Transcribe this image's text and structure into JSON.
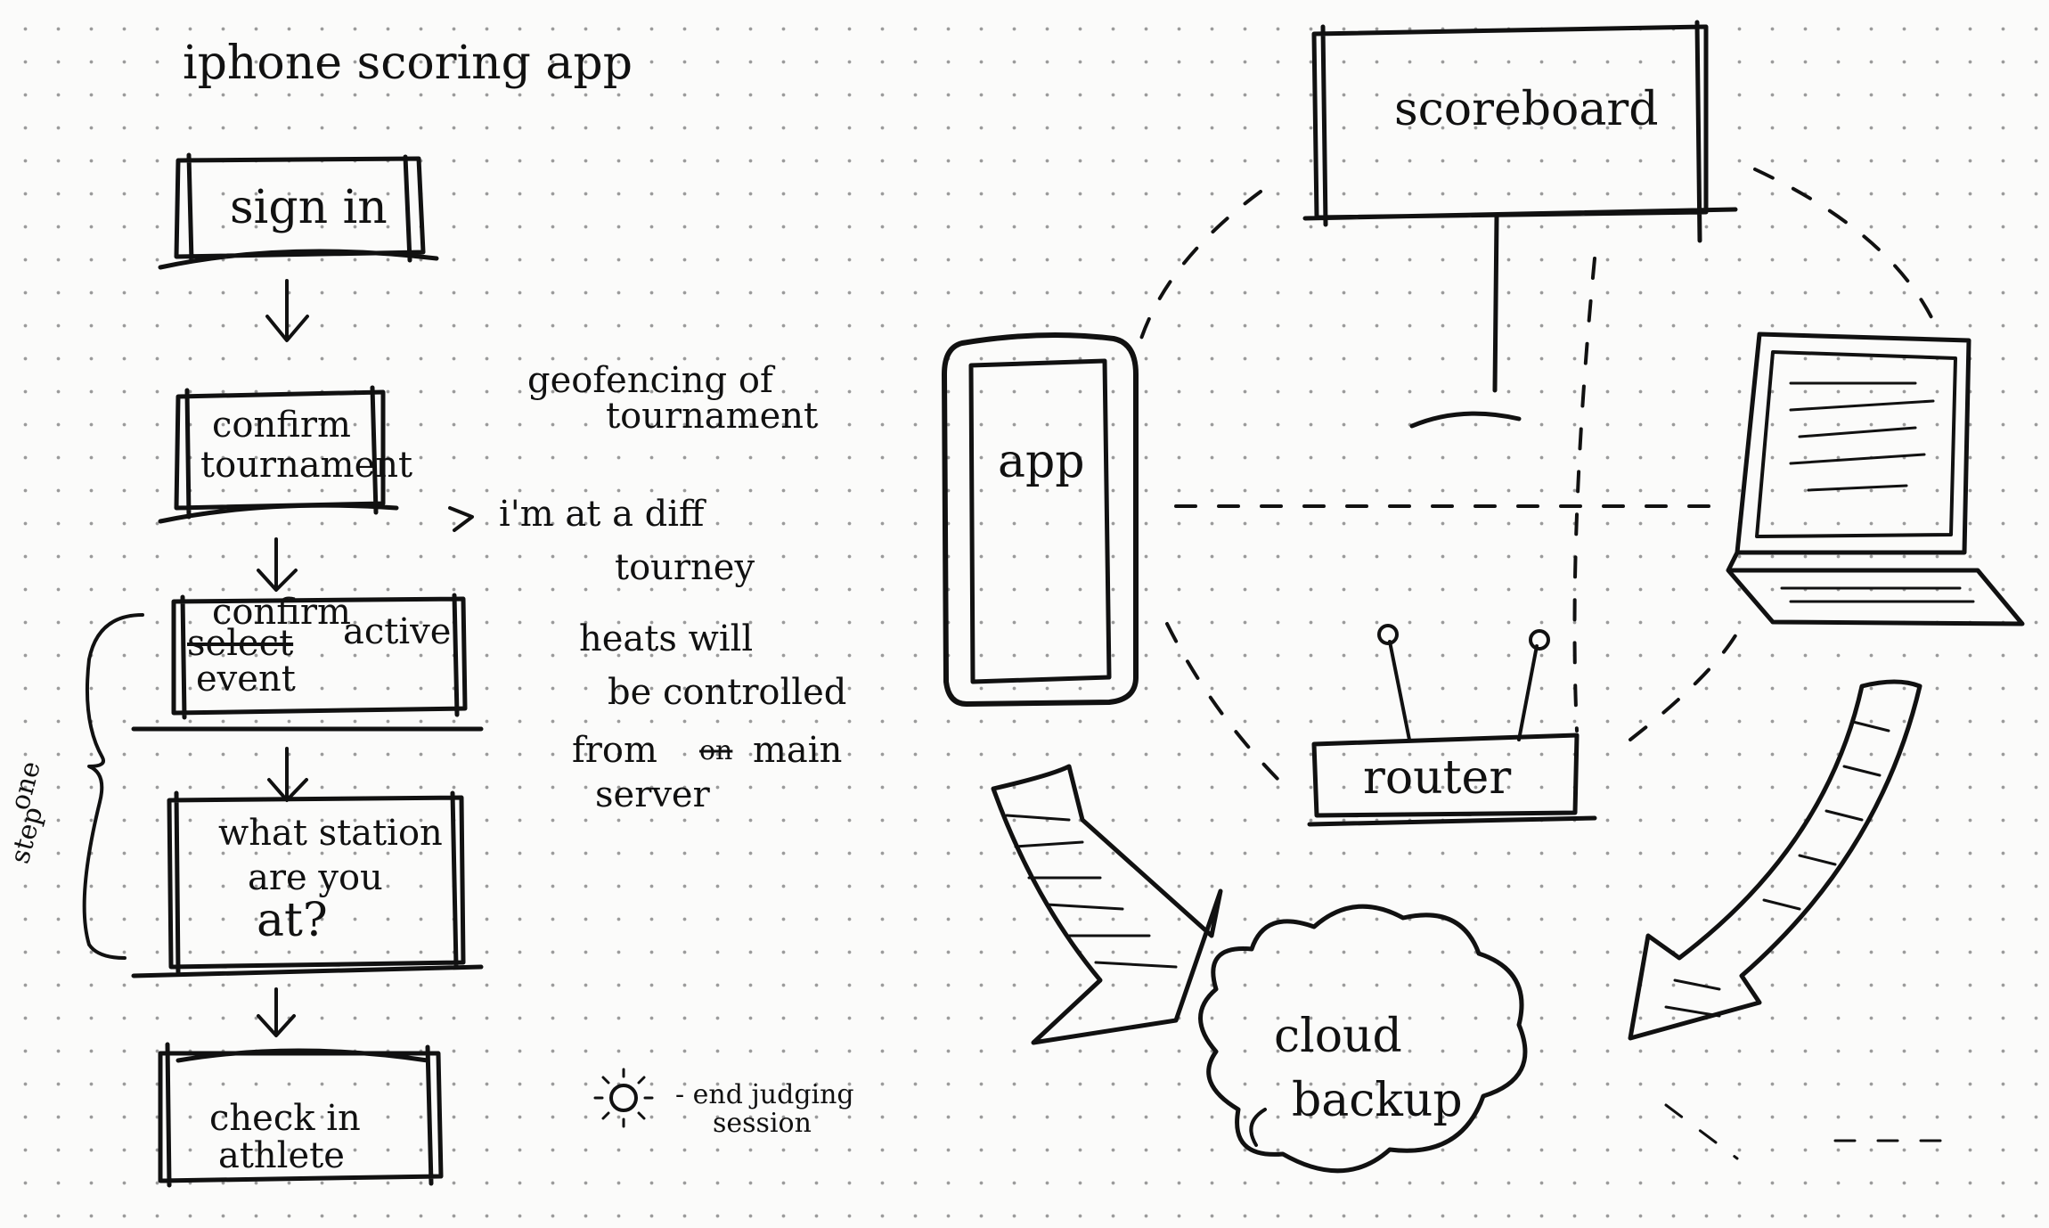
{
  "page": {
    "title": "iphone scoring app"
  },
  "flow": {
    "step1": "sign in",
    "step2_line1": "confirm",
    "step2_line2": "tournament",
    "step3_line1": "confirm",
    "step3_struck": "select",
    "step3_line2": "active",
    "step3_line3": "event",
    "step4_line1": "what station",
    "step4_line2": "are you",
    "step4_line3": "at?",
    "step5_line1": "check in",
    "step5_line2": "athlete",
    "brace_label_line1": "one",
    "brace_label_line2": "step"
  },
  "notes": {
    "geo_line1": "geofencing of",
    "geo_line2": "tournament",
    "diff_line1": "i'm at a diff",
    "diff_line2": "tourney",
    "heats_line1": "heats will",
    "heats_line2": "be controlled",
    "heats_line3": "from",
    "heats_struck": "on",
    "heats_line3b": "main",
    "heats_line4": "server",
    "end_line1": "- end judging",
    "end_line2": "session"
  },
  "network": {
    "scoreboard": "scoreboard",
    "app": "app",
    "router": "router",
    "cloud_line1": "cloud",
    "cloud_line2": "backup"
  },
  "colors": {
    "ink": "#111111",
    "paper": "#fbfbfa",
    "dots": "#9a9a9a"
  }
}
